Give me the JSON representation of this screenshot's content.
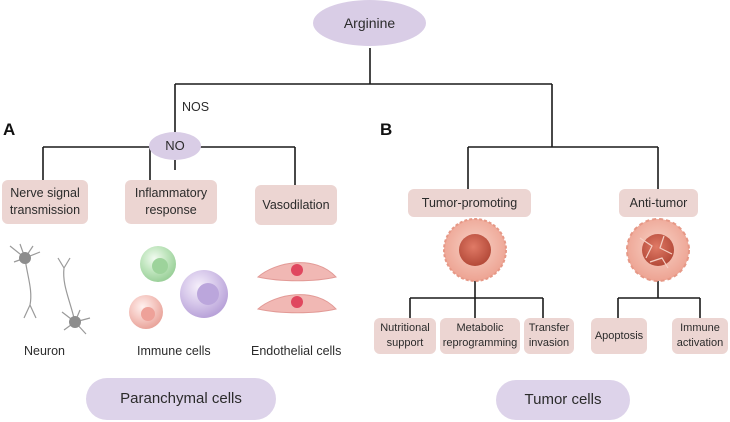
{
  "top": "Arginine",
  "enzyme": "NOS",
  "no": "NO",
  "panels": {
    "a": "A",
    "b": "B"
  },
  "left_branches": [
    {
      "label": "Nerve signal\ntransmission"
    },
    {
      "label": "Inflammatory\nresponse"
    },
    {
      "label": "Vasodilation"
    }
  ],
  "cell_labels": [
    "Neuron",
    "Immune cells",
    "Endothelial cells"
  ],
  "right_branches": [
    {
      "label": "Tumor-promoting",
      "children": [
        "Nutritional\nsupport",
        "Metabolic\nreprogramming",
        "Transfer\ninvasion"
      ]
    },
    {
      "label": "Anti-tumor",
      "children": [
        "Apoptosis",
        "Immune\nactivation"
      ]
    }
  ],
  "footers": [
    "Paranchymal cells",
    "Tumor cells"
  ],
  "colors": {
    "oval": "#d9cde6",
    "box": "#ecd5d2",
    "pill": "#ddd3ea",
    "line": "#1a1a1a",
    "tumor_cell": "#efb7a8",
    "tumor_nucleus": "#c65a48"
  }
}
